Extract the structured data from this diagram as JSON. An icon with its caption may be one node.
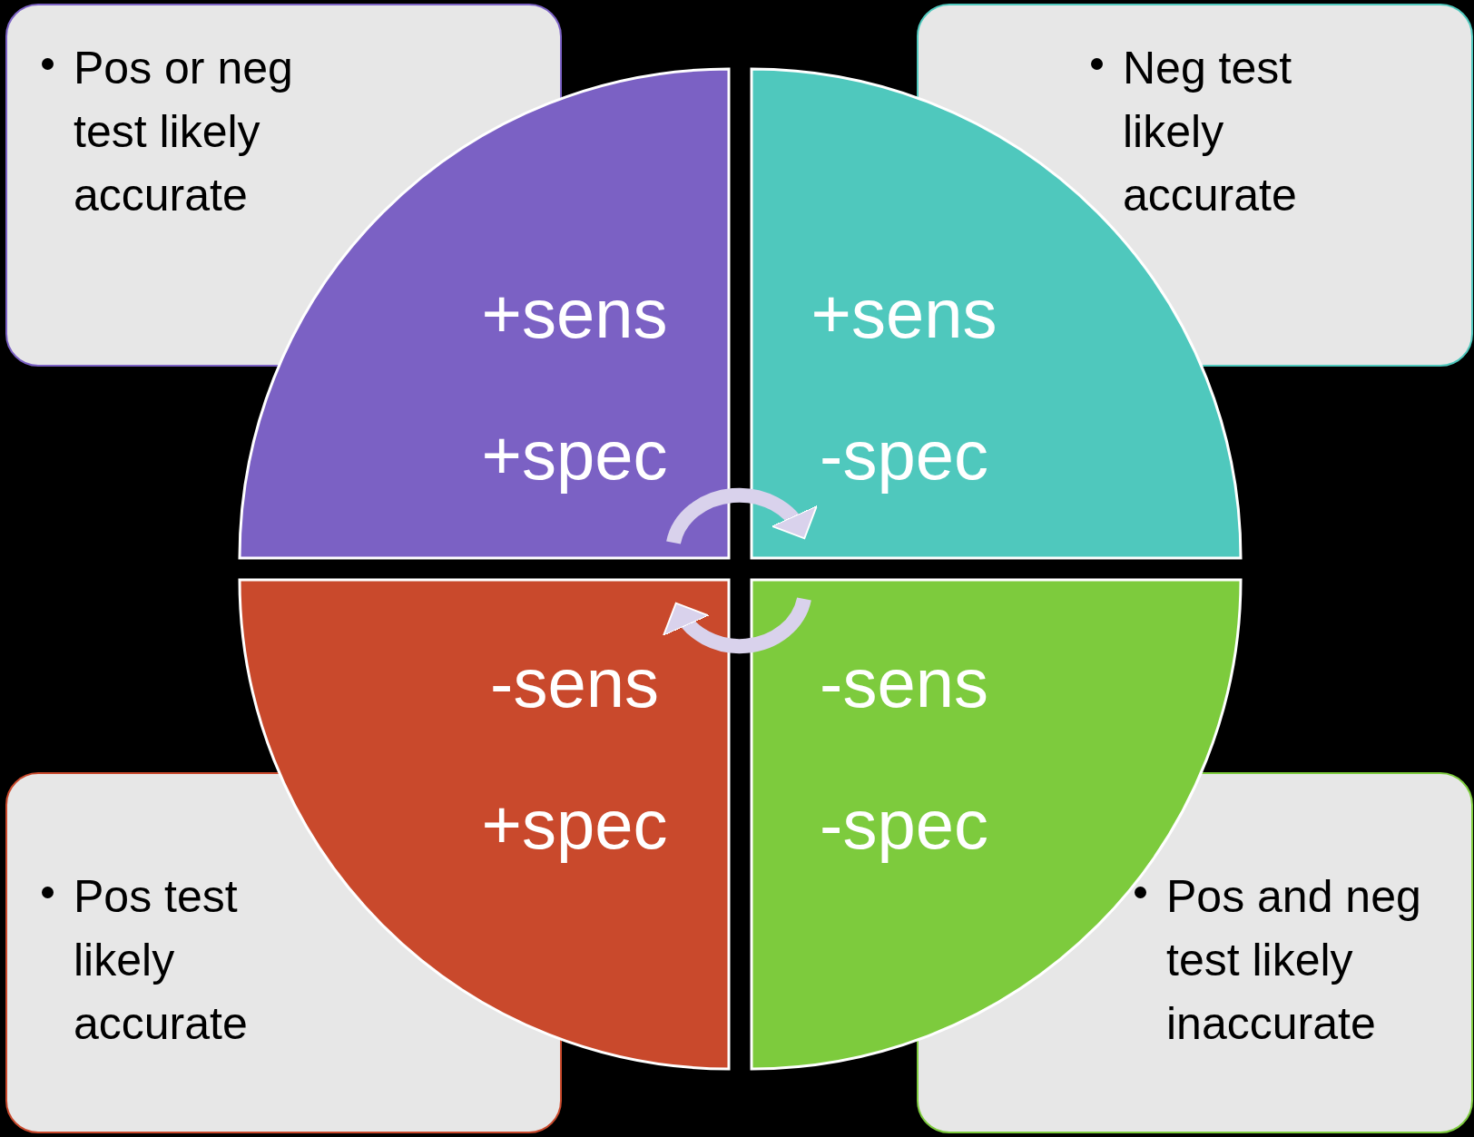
{
  "diagram": {
    "nodes": [
      {
        "text": [
          "Pos or neg test likely accurate"
        ]
      },
      {
        "text": [
          "Neg test likely accurate"
        ]
      },
      {
        "text": [
          "+sens",
          "+spec"
        ]
      },
      {
        "text": [
          "+sens",
          "-spec"
        ]
      },
      {
        "text": [
          "-sens",
          "+spec"
        ]
      },
      {
        "text": [
          "-sens",
          "-spec"
        ]
      },
      {
        "text": [
          "Pos test likely accurate"
        ]
      },
      {
        "text": [
          "Pos and neg test likely inaccurate"
        ]
      }
    ],
    "edges": [
      {
        "from": 2,
        "to": 3,
        "arrow": "to"
      },
      {
        "from": 5,
        "to": 4,
        "arrow": "to"
      }
    ]
  }
}
